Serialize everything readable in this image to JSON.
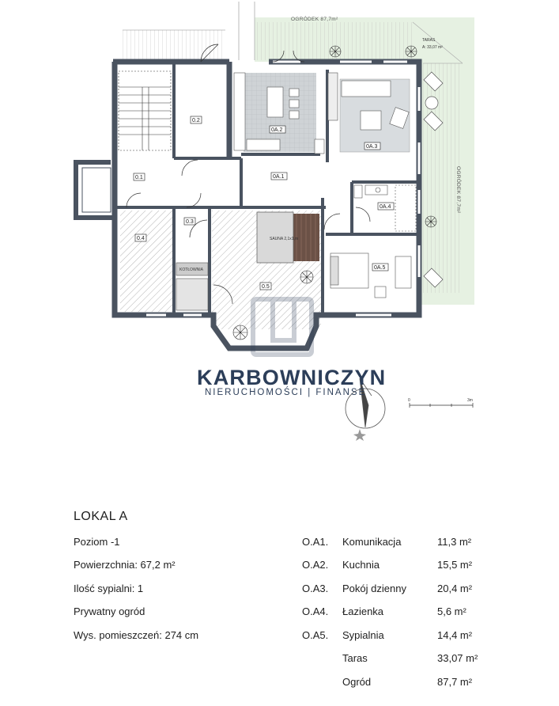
{
  "plan": {
    "garden_top": "OGRÓDEK  87,7m²",
    "garden_right": "OGRÓDEK  87,7m²",
    "terrace": "TARAS",
    "terrace_area": "A: 33,07 m²",
    "rooms": {
      "r01": "0.1",
      "r02": "0.2",
      "r03": "0.3",
      "r04": "0.4",
      "r05": "0.5",
      "a1": "0A.1",
      "a2": "0A.2",
      "a3": "0A.3",
      "a4": "0A.4",
      "a5": "0A.5",
      "sauna": "SAUNA 2,1x1,m",
      "boiler": "KOTŁOWNIA"
    },
    "scale_start": "0",
    "scale_end": "3m"
  },
  "brand": {
    "name": "KARBOWNICZYN",
    "tagline": "NIERUCHOMOŚCI | FINANSE"
  },
  "unit": {
    "title": "LOKAL A",
    "details": [
      "Poziom -1",
      "Powierzchnia: 67,2 m²",
      "Ilość sypialni: 1",
      "Prywatny ogród",
      "Wys. pomieszczeń: 274 cm"
    ],
    "rooms": [
      {
        "code": "O.A1.",
        "name": "Komunikacja",
        "area": "11,3 m²"
      },
      {
        "code": "O.A2.",
        "name": "Kuchnia",
        "area": "15,5 m²"
      },
      {
        "code": "O.A3.",
        "name": "Pokój dzienny",
        "area": "20,4 m²"
      },
      {
        "code": "O.A4.",
        "name": "Łazienka",
        "area": "5,6 m²"
      },
      {
        "code": "O.A5.",
        "name": "Sypialnia",
        "area": "14,4 m²"
      },
      {
        "code": "",
        "name": "Taras",
        "area": "33,07 m²"
      },
      {
        "code": "",
        "name": "Ogród",
        "area": "87,7 m²"
      }
    ]
  },
  "colors": {
    "wall": "#4a5360",
    "garden": "#e6f1e2",
    "kitchen_tile": "#cfd3d6",
    "brand": "#2c3e59"
  }
}
